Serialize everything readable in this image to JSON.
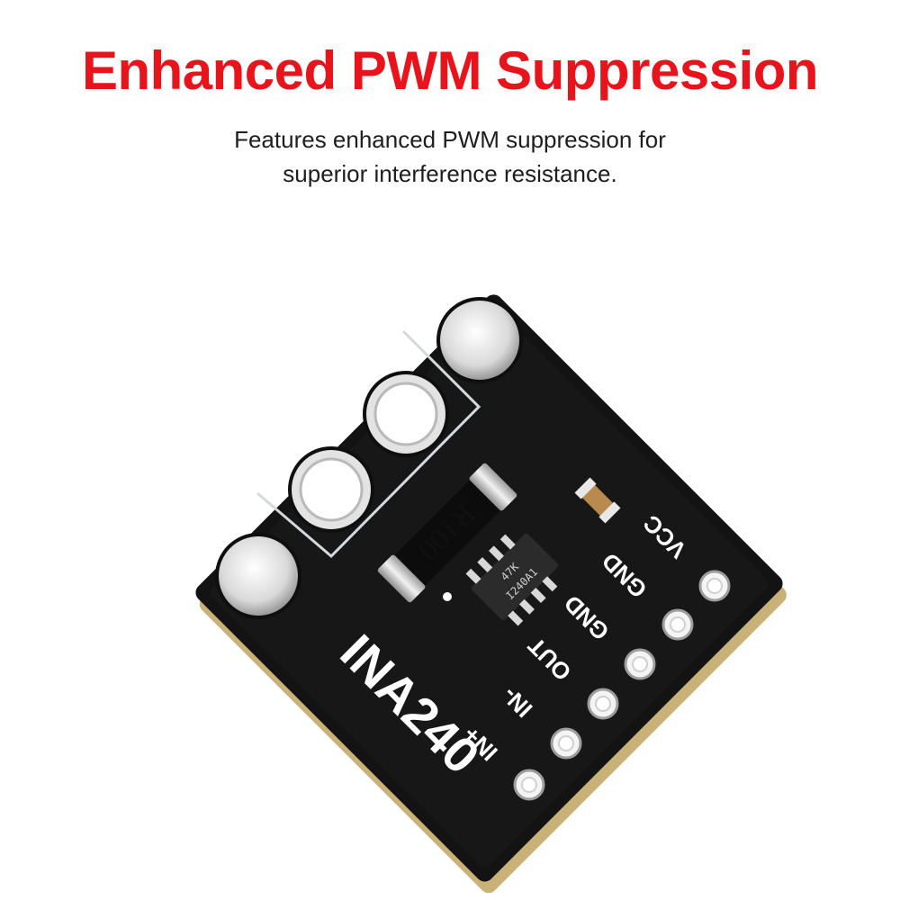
{
  "headline": "Enhanced PWM Suppression",
  "description": {
    "line1": "Features enhanced PWM suppression for",
    "line2": "superior interference resistance."
  },
  "board": {
    "name": "INA240",
    "pins": [
      "VCC",
      "GND",
      "GND",
      "OUT",
      "IN-",
      "IN+"
    ],
    "resistor_marking": "R100",
    "chip_marking_line1": "47K",
    "chip_marking_line2": "I240A1"
  },
  "colors": {
    "headline": "#e8141b",
    "pcb": "#121212",
    "silkscreen": "#ffffff"
  }
}
